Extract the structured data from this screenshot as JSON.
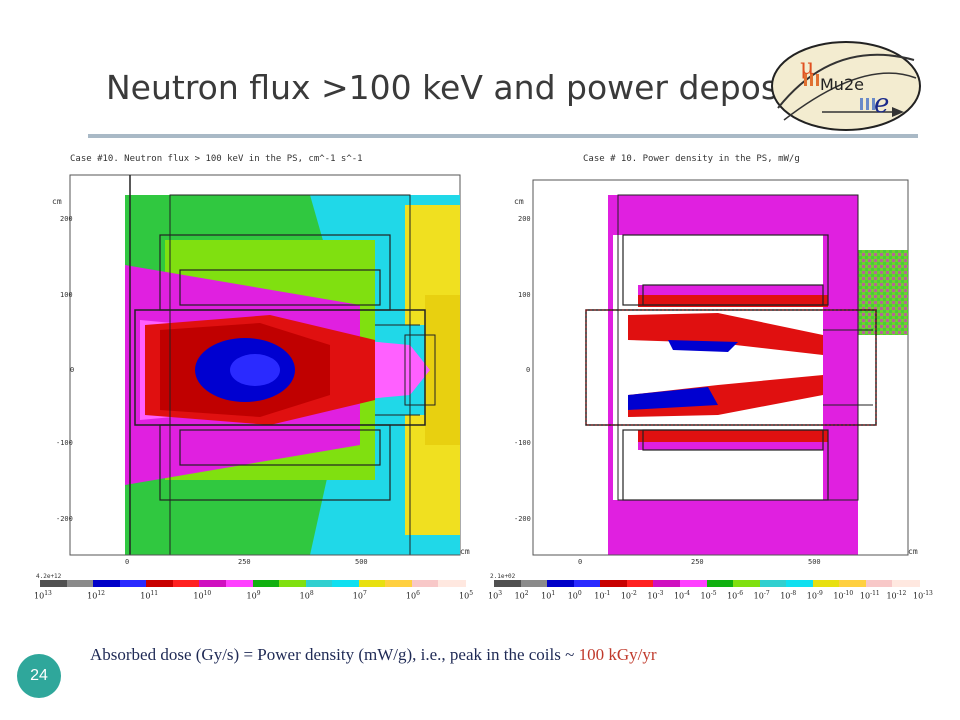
{
  "slide": {
    "title": "Neutron flux >100 keV and power deposition",
    "page_number": "24",
    "colors": {
      "rule": "#a9b9c6",
      "badge": "#2fa79b",
      "text": "#1f2a55",
      "highlight": "#c0392b"
    }
  },
  "logo": {
    "symbol": "μ",
    "label": "Mu2e",
    "letter": "e"
  },
  "panels": {
    "left": {
      "caption": "Case #10. Neutron flux > 100 keV in the PS, cm^-1 s^-1",
      "unit_y": "cm",
      "unit_x": "cm",
      "y_ticks": [
        "200",
        "100",
        "0",
        "-100",
        "-200"
      ],
      "x_ticks": [
        "0",
        "250",
        "500"
      ],
      "colorbar_max": "4.2e+12",
      "colorbar_labels": [
        {
          "base": "10",
          "exp": "13"
        },
        {
          "base": "10",
          "exp": "12"
        },
        {
          "base": "10",
          "exp": "11"
        },
        {
          "base": "10",
          "exp": "10"
        },
        {
          "base": "10",
          "exp": "9"
        },
        {
          "base": "10",
          "exp": "8"
        },
        {
          "base": "10",
          "exp": "7"
        },
        {
          "base": "10",
          "exp": "6"
        },
        {
          "base": "10",
          "exp": "5"
        }
      ]
    },
    "right": {
      "caption": "Case # 10. Power density in the PS, mW/g",
      "unit_y": "cm",
      "unit_x": "cm",
      "y_ticks": [
        "200",
        "100",
        "0",
        "-100",
        "-200"
      ],
      "x_ticks": [
        "0",
        "250",
        "500"
      ],
      "colorbar_max": "2.1e+02",
      "colorbar_labels": [
        {
          "base": "10",
          "exp": "3"
        },
        {
          "base": "10",
          "exp": "2"
        },
        {
          "base": "10",
          "exp": "1"
        },
        {
          "base": "10",
          "exp": "0"
        },
        {
          "base": "10",
          "exp": "-1"
        },
        {
          "base": "10",
          "exp": "-2"
        },
        {
          "base": "10",
          "exp": "-3"
        },
        {
          "base": "10",
          "exp": "-4"
        },
        {
          "base": "10",
          "exp": "-5"
        },
        {
          "base": "10",
          "exp": "-6"
        },
        {
          "base": "10",
          "exp": "-7"
        },
        {
          "base": "10",
          "exp": "-8"
        },
        {
          "base": "10",
          "exp": "-9"
        },
        {
          "base": "10",
          "exp": "-10"
        },
        {
          "base": "10",
          "exp": "-11"
        },
        {
          "base": "10",
          "exp": "-12"
        },
        {
          "base": "10",
          "exp": "-13"
        }
      ]
    }
  },
  "colorbar_colors": [
    "#505050",
    "#8a8a8a",
    "#0000c8",
    "#2a2aff",
    "#c80000",
    "#ff2020",
    "#d010c0",
    "#ff40ff",
    "#10b010",
    "#80e010",
    "#30d0d0",
    "#10e0f0",
    "#e8e010",
    "#ffd040",
    "#f8c8c8",
    "#ffe8e0"
  ],
  "footer": {
    "text": "Absorbed dose (Gy/s) = Power density (mW/g), i.e., peak in the coils ~ ",
    "highlight": "100 kGy/yr"
  }
}
